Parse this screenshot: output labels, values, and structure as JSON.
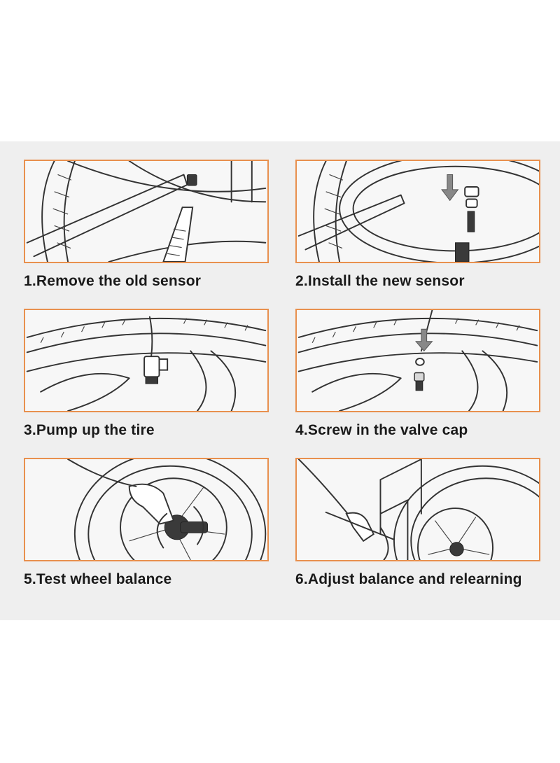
{
  "steps": [
    {
      "label": "1.Remove the old sensor",
      "icon": "remove-sensor-illustration"
    },
    {
      "label": "2.Install the new sensor",
      "icon": "install-sensor-illustration"
    },
    {
      "label": "3.Pump up the tire",
      "icon": "pump-tire-illustration"
    },
    {
      "label": "4.Screw in the valve cap",
      "icon": "valve-cap-illustration"
    },
    {
      "label": "5.Test wheel balance",
      "icon": "wheel-balance-illustration"
    },
    {
      "label": "6.Adjust balance and relearning",
      "icon": "adjust-balance-illustration"
    }
  ],
  "colors": {
    "frame_border": "#e8904e",
    "panel_background": "#efefef"
  }
}
